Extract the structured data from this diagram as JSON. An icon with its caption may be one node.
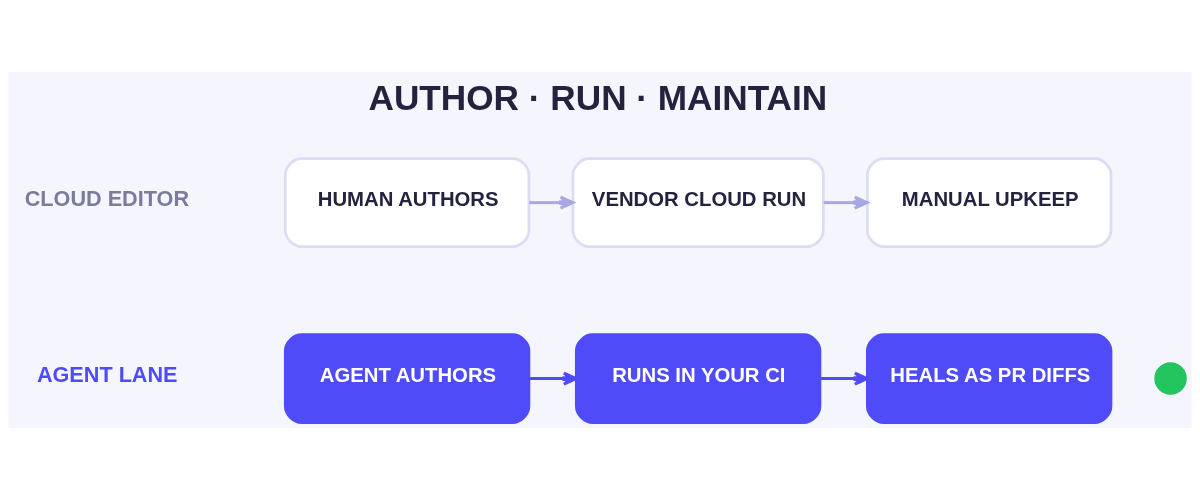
{
  "diagram": {
    "title": "AUTHOR · RUN · MAINTAIN",
    "nodes": [
      {
        "text": [
          "HUMAN AUTHORS"
        ]
      },
      {
        "text": [
          "VENDOR CLOUD RUN"
        ]
      },
      {
        "text": [
          "MANUAL UPKEEP"
        ]
      },
      {
        "text": [
          "AGENT AUTHORS"
        ]
      },
      {
        "text": [
          "RUNS IN YOUR CI"
        ]
      },
      {
        "text": [
          "HEALS AS PR DIFFS"
        ]
      },
      {
        "text": [],
        "shape": "circle"
      }
    ],
    "edges": [
      {
        "from": 0,
        "to": 1,
        "arrow": "to",
        "color": "#a9a7e2"
      },
      {
        "from": 1,
        "to": 2,
        "arrow": "to",
        "color": "#a9a7e2"
      },
      {
        "from": 3,
        "to": 4,
        "arrow": "to",
        "color": "#4f4bf8"
      },
      {
        "from": 4,
        "to": 5,
        "arrow": "to",
        "color": "#4f4bf8"
      }
    ],
    "labels": [
      "CLOUD EDITOR",
      "AGENT LANE"
    ]
  }
}
